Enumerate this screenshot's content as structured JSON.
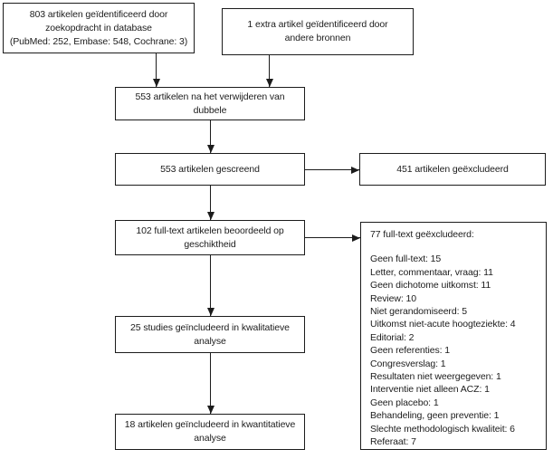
{
  "colors": {
    "line": "#1c1c1c",
    "text": "#1c1c1c",
    "background": "#ffffff"
  },
  "flowchart": {
    "identified_db": {
      "lines": [
        "803 artikelen geïdentificeerd door",
        "zoekopdracht in database",
        "(PubMed: 252, Embase: 548, Cochrane: 3)"
      ]
    },
    "identified_other": {
      "lines": [
        "1 extra artikel geïdentificeerd  door",
        "andere bronnen"
      ]
    },
    "after_duplicates": {
      "lines": [
        "553 artikelen na het verwijderen van",
        "dubbele"
      ]
    },
    "screened": {
      "text": "553 artikelen gescreend"
    },
    "screened_excluded": {
      "text": "451 artikelen geëxcludeerd"
    },
    "fulltext_assessed": {
      "lines": [
        "102 full-text artikelen beoordeeld op",
        "geschiktheid"
      ]
    },
    "fulltext_excluded": {
      "title": "77 full-text geëxcludeerd:",
      "items": [
        "Geen full-text: 15",
        "Letter, commentaar, vraag: 11",
        "Geen dichotome uitkomst: 11",
        "Review: 10",
        "Niet gerandomiseerd: 5",
        "Uitkomst niet-acute hoogteziekte: 4",
        "Editorial: 2",
        "Geen referenties: 1",
        "Congresverslag: 1",
        "Resultaten niet weergegeven: 1",
        "Interventie niet alleen ACZ: 1",
        "Geen placebo: 1",
        "Behandeling, geen preventie: 1",
        "Slechte methodologisch kwaliteit: 6",
        "Referaat: 7"
      ]
    },
    "qualitative_included": {
      "lines": [
        "25 studies geïncludeerd in kwalitatieve",
        "analyse"
      ]
    },
    "quantitative_included": {
      "lines": [
        "18 artikelen geïncludeerd in kwantitatieve",
        "analyse"
      ]
    }
  }
}
